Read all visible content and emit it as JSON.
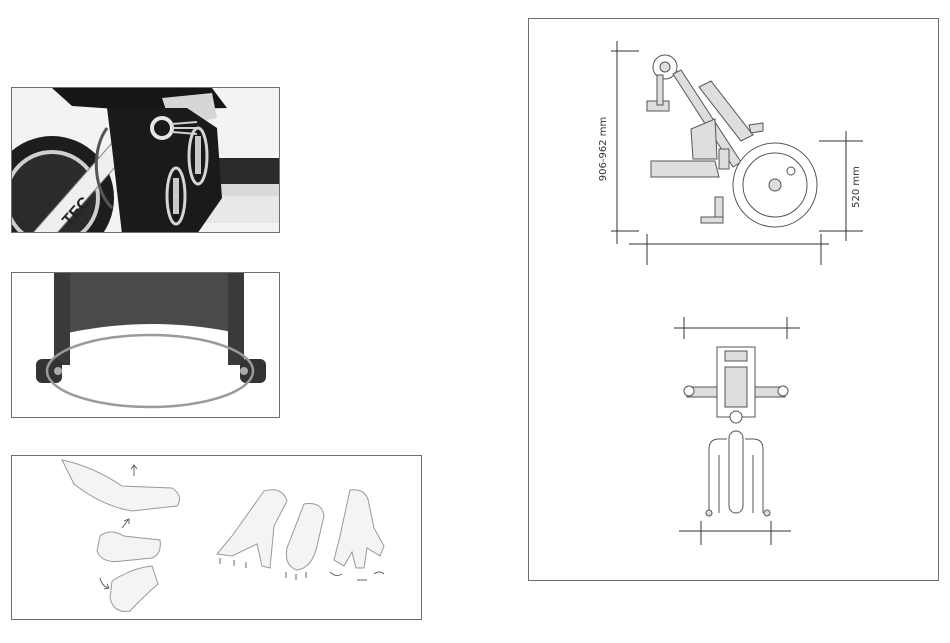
{
  "photos": {
    "bike_brand_text": "TEC"
  },
  "dimensions": {
    "height_label": "906-962 mm",
    "wheel_height_label": "520 mm"
  }
}
